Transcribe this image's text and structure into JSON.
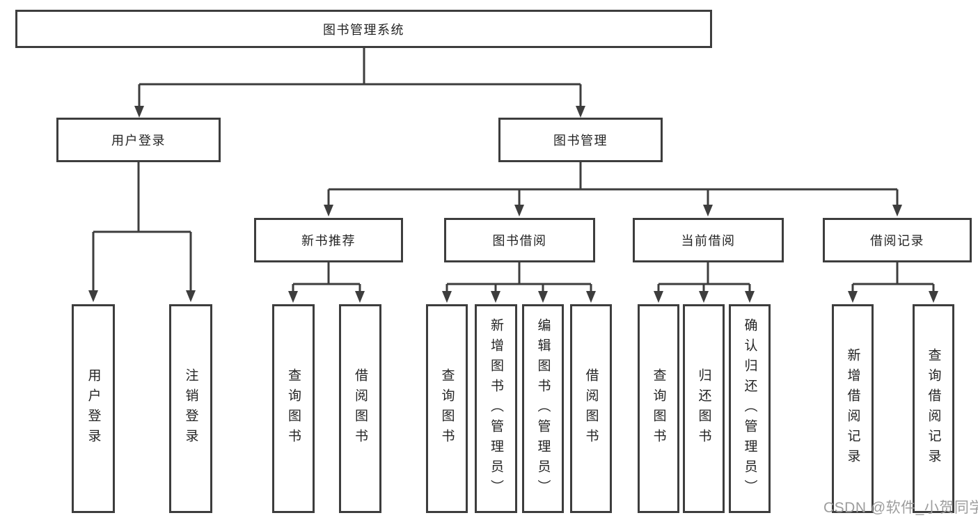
{
  "nodes": {
    "root": {
      "label": "图书管理系统"
    },
    "user_login": {
      "label": "用户登录"
    },
    "book_mgmt": {
      "label": "图书管理"
    },
    "new_books": {
      "label": "新书推荐"
    },
    "book_borrow": {
      "label": "图书借阅"
    },
    "current_borrow": {
      "label": "当前借阅"
    },
    "borrow_records": {
      "label": "借阅记录"
    }
  },
  "leaves": {
    "user_login": [
      "用户登录",
      "注销登录"
    ],
    "new_books": [
      "查询图书",
      "借阅图书"
    ],
    "book_borrow": [
      "查询图书",
      "新增图书（管理员）",
      "编辑图书（管理员）",
      "借阅图书"
    ],
    "current_borrow": [
      "查询图书",
      "归还图书",
      "确认归还（管理员）"
    ],
    "borrow_records": [
      "新增借阅记录",
      "查询借阅记录"
    ]
  },
  "watermark": {
    "text": "CSDN @软件_小贺同学",
    "color": "#9d9d9d"
  },
  "colors": {
    "line": "#3d3d3d",
    "text": "#242424",
    "background": "#ffffff"
  }
}
